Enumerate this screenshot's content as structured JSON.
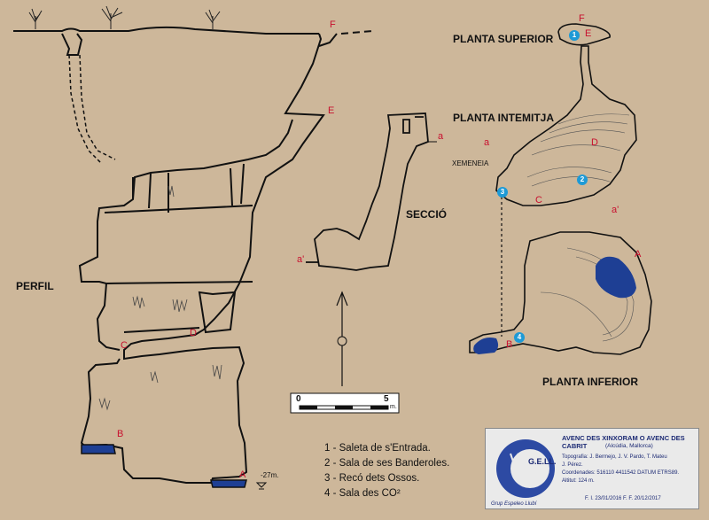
{
  "title_labels": {
    "perfil": "PERFIL",
    "seccio": "SECCIÓ",
    "planta_superior": "PLANTA SUPERIOR",
    "planta_intermitja": "PLANTA INTEMITJA",
    "planta_inferior": "PLANTA INFERIOR",
    "xemeneia": "XEMENEIA",
    "depth": "-27m."
  },
  "points": {
    "A": "A",
    "B": "B",
    "C": "C",
    "D": "D",
    "E": "E",
    "F": "F",
    "a": "a",
    "a_prime": "a'"
  },
  "markers": [
    "1",
    "2",
    "3",
    "4"
  ],
  "scale_bar": {
    "start": "0",
    "end": "5",
    "unit": "m."
  },
  "legend": [
    "1 - Saleta de s'Entrada.",
    "2 - Sala de ses Banderoles.",
    "3 - Recó dets Ossos.",
    "4 - Sala des CO²"
  ],
  "info_card": {
    "title": "AVENC DES XINXORAM O AVENC DES CABRIT",
    "subtitle": "(Alcúdia, Mallorca)",
    "lines": [
      "Topografia: J. Bermejo, J. V. Pardo, T. Mateu",
      "J. Pérez.",
      "Coordenades: 516110 4411542 DATUM ETRS89.",
      "Altitut: 124 m."
    ],
    "footer": "F. I. 23/01/2016   F. F. 20/12/2017",
    "logo_text": "G.E.LL.",
    "logo_ring": "Grup Espeleo Llubí"
  },
  "colors": {
    "background": "#cdb79a",
    "water": "#1e3f94",
    "marker": "#1e9ad6",
    "red_label": "#c8102e"
  }
}
